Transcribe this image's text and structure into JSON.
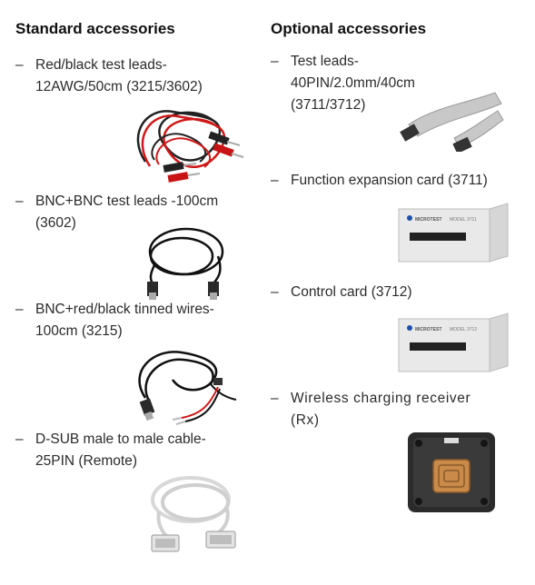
{
  "standard": {
    "heading": "Standard accessories",
    "items": [
      {
        "dash": "–",
        "line1": "Red/black test leads-",
        "line2": "12AWG/50cm (3215/3602)",
        "image": "red-black-test-leads"
      },
      {
        "dash": "–",
        "line1": "BNC+BNC test leads -100cm",
        "line2": "(3602)",
        "image": "bnc-cable"
      },
      {
        "dash": "–",
        "line1": "BNC+red/black tinned wires-",
        "line2": "100cm (3215)",
        "image": "bnc-tinned-wires"
      },
      {
        "dash": "–",
        "line1": "D-SUB male to male cable-",
        "line2": "25PIN (Remote)",
        "image": "dsub-cable"
      }
    ]
  },
  "optional": {
    "heading": "Optional accessories",
    "items": [
      {
        "dash": "–",
        "line1": "Test leads-",
        "line2": "40PIN/2.0mm/40cm",
        "line3": "(3711/3712)",
        "image": "ribbon-cable"
      },
      {
        "dash": "–",
        "line1": "Function expansion card (3711)",
        "image": "expansion-card",
        "card_brand": "MICROTEST",
        "card_model": "MODEL 3711"
      },
      {
        "dash": "–",
        "line1": "Control card (3712)",
        "image": "control-card",
        "card_brand": "MICROTEST",
        "card_model": "MODEL 3712"
      },
      {
        "dash": "–",
        "line1": "Wireless charging receiver",
        "line2": "(Rx)",
        "image": "wireless-receiver"
      }
    ]
  }
}
